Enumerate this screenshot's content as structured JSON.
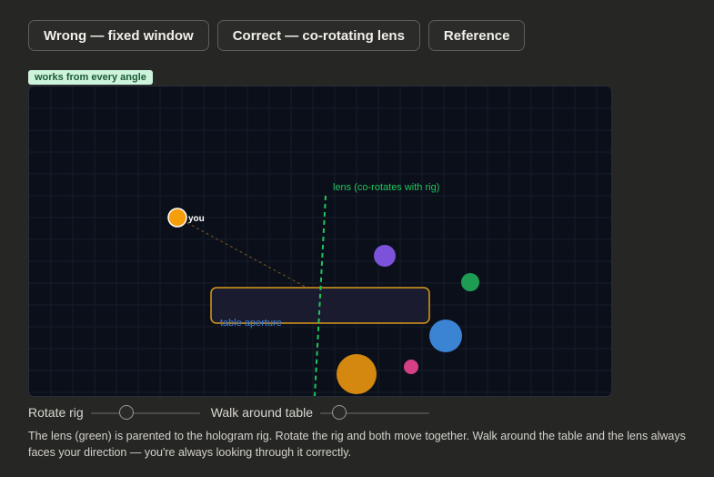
{
  "tabs": [
    {
      "label": "Wrong — fixed window"
    },
    {
      "label": "Correct — co-rotating lens"
    },
    {
      "label": "Reference"
    }
  ],
  "badge": {
    "text": "works from every angle",
    "bg": "#cdf3dd",
    "color": "#1c5b35"
  },
  "scene": {
    "lens_label": "lens (co-rotates with rig)",
    "lens_color": "#22c55e",
    "viewer_label": "you",
    "viewer_color": "#f59e0b",
    "aperture_label": "table aperture",
    "aperture_stroke": "#d99a1c"
  },
  "controls": {
    "rotate_label": "Rotate rig",
    "rotate_value": 0.3,
    "walk_label": "Walk around table",
    "walk_value": 0.12
  },
  "caption": "The lens (green) is parented to the hologram rig. Rotate the rig and both move together. Walk around the table and the lens always faces your direction — you're always looking through it correctly."
}
